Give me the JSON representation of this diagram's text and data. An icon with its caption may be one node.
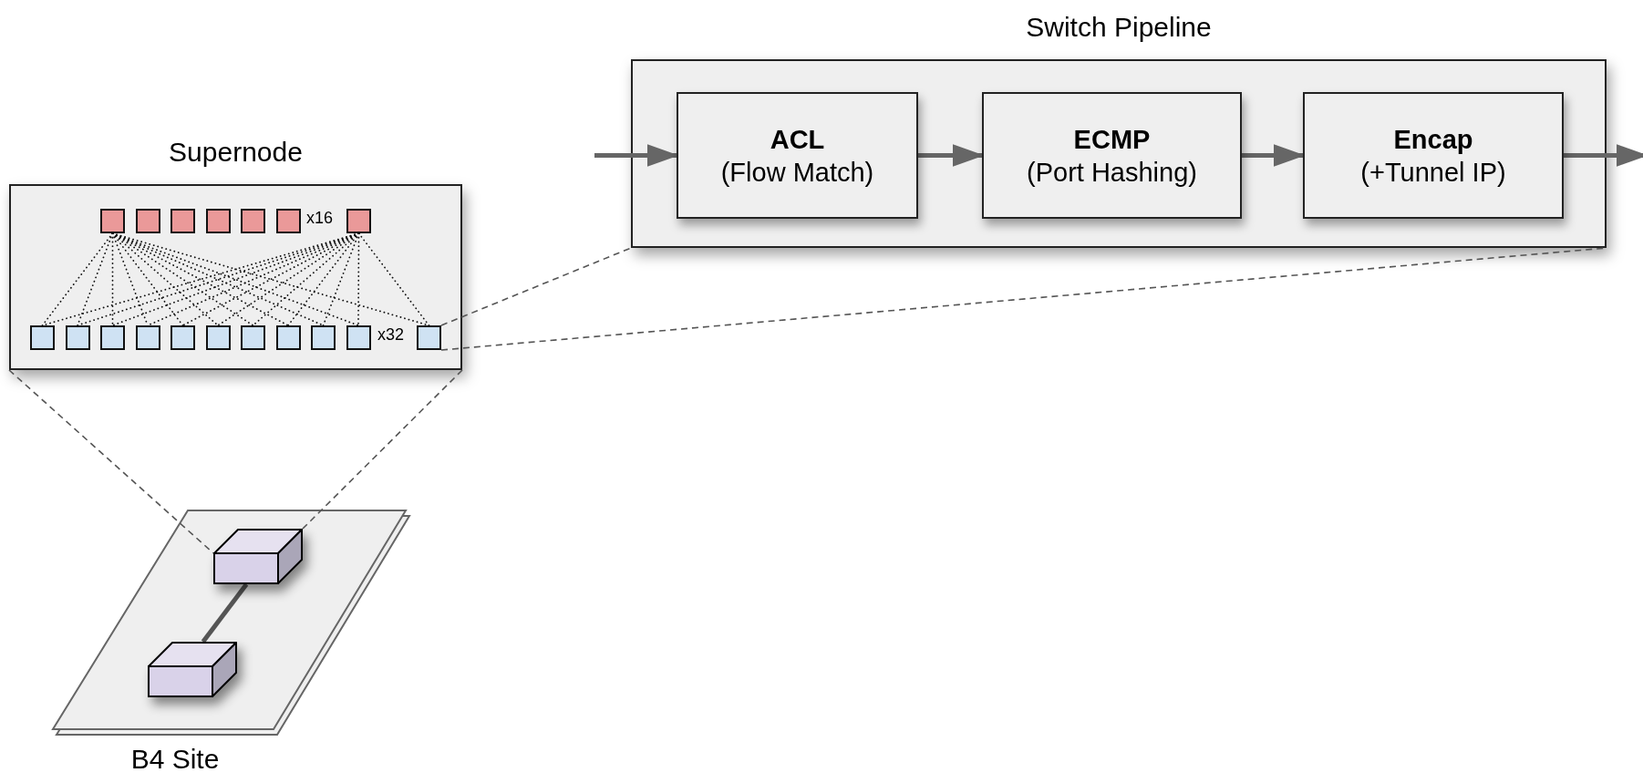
{
  "diagram": {
    "nodes": [
      {
        "text": [
          "Supernode"
        ]
      },
      {
        "text": [],
        "shape": "box",
        "in": 0
      },
      {
        "text": [],
        "shape": "box",
        "in": 0
      },
      {
        "text": [],
        "shape": "box",
        "in": 0
      },
      {
        "text": [],
        "shape": "box",
        "in": 0
      },
      {
        "text": [],
        "shape": "box",
        "in": 0
      },
      {
        "text": [],
        "shape": "box",
        "in": 0
      },
      {
        "text": [],
        "shape": "box",
        "in": 0
      },
      {
        "text": [],
        "shape": "box",
        "in": 0
      },
      {
        "text": [],
        "shape": "box",
        "in": 0
      },
      {
        "text": [],
        "shape": "box",
        "in": 0
      },
      {
        "text": [],
        "shape": "box",
        "in": 0
      },
      {
        "text": [],
        "shape": "box",
        "in": 0
      },
      {
        "text": [],
        "shape": "box",
        "in": 0
      },
      {
        "text": [],
        "shape": "box",
        "in": 0
      },
      {
        "text": [],
        "shape": "box",
        "in": 0
      },
      {
        "text": [],
        "shape": "box",
        "in": 0
      },
      {
        "text": [],
        "shape": "box",
        "in": 0
      },
      {
        "text": [],
        "shape": "box",
        "in": 0
      },
      {
        "text": [
          "Switch Pipeline"
        ]
      },
      {
        "text": [
          "ACL",
          "(Flow Match)"
        ],
        "in": 19
      },
      {
        "text": [
          "ECMP",
          "(Port Hashing)"
        ],
        "in": 19
      },
      {
        "text": [
          "Encap",
          "(+Tunnel IP)"
        ],
        "in": 19
      },
      {
        "text": [
          "B4 Site"
        ]
      },
      {
        "text": [],
        "shape": "box",
        "in": 23
      },
      {
        "text": [],
        "shape": "box",
        "in": 23
      }
    ],
    "edges": [
      {
        "from": null,
        "to": 20,
        "arrow": "to",
        "style": "thick",
        "color": "#666666"
      },
      {
        "from": 20,
        "to": 21,
        "arrow": "to",
        "style": "thick",
        "color": "#666666"
      },
      {
        "from": 21,
        "to": 22,
        "arrow": "to",
        "style": "thick",
        "color": "#666666"
      },
      {
        "from": 22,
        "to": null,
        "arrow": "to",
        "style": "thick",
        "color": "#666666"
      },
      {
        "from": 0,
        "to": 24,
        "arrow": "none",
        "style": "dashed",
        "color": "#555555"
      },
      {
        "from": 0,
        "to": 24,
        "arrow": "none",
        "style": "dashed",
        "color": "#555555"
      },
      {
        "from": 18,
        "to": 19,
        "arrow": "none",
        "style": "dashed",
        "color": "#555555"
      },
      {
        "from": 18,
        "to": 19,
        "arrow": "none",
        "style": "dashed",
        "color": "#555555"
      },
      {
        "from": 24,
        "to": 25,
        "arrow": "none",
        "style": "thick",
        "color": "#555555"
      },
      {
        "from": 1,
        "to": 8,
        "arrow": "none",
        "style": "dashed"
      },
      {
        "from": 1,
        "to": 9,
        "arrow": "none",
        "style": "dashed"
      },
      {
        "from": 1,
        "to": 10,
        "arrow": "none",
        "style": "dashed"
      },
      {
        "from": 1,
        "to": 11,
        "arrow": "none",
        "style": "dashed"
      },
      {
        "from": 1,
        "to": 12,
        "arrow": "none",
        "style": "dashed"
      },
      {
        "from": 1,
        "to": 13,
        "arrow": "none",
        "style": "dashed"
      },
      {
        "from": 1,
        "to": 14,
        "arrow": "none",
        "style": "dashed"
      },
      {
        "from": 1,
        "to": 15,
        "arrow": "none",
        "style": "dashed"
      },
      {
        "from": 1,
        "to": 16,
        "arrow": "none",
        "style": "dashed"
      },
      {
        "from": 1,
        "to": 17,
        "arrow": "none",
        "style": "dashed"
      },
      {
        "from": 1,
        "to": 18,
        "arrow": "none",
        "style": "dashed"
      },
      {
        "from": 7,
        "to": 8,
        "arrow": "none",
        "style": "dashed"
      },
      {
        "from": 7,
        "to": 9,
        "arrow": "none",
        "style": "dashed"
      },
      {
        "from": 7,
        "to": 10,
        "arrow": "none",
        "style": "dashed"
      },
      {
        "from": 7,
        "to": 11,
        "arrow": "none",
        "style": "dashed"
      },
      {
        "from": 7,
        "to": 12,
        "arrow": "none",
        "style": "dashed"
      },
      {
        "from": 7,
        "to": 13,
        "arrow": "none",
        "style": "dashed"
      },
      {
        "from": 7,
        "to": 14,
        "arrow": "none",
        "style": "dashed"
      },
      {
        "from": 7,
        "to": 15,
        "arrow": "none",
        "style": "dashed"
      },
      {
        "from": 7,
        "to": 16,
        "arrow": "none",
        "style": "dashed"
      },
      {
        "from": 7,
        "to": 17,
        "arrow": "none",
        "style": "dashed"
      },
      {
        "from": 7,
        "to": 18,
        "arrow": "none",
        "style": "dashed"
      }
    ],
    "labels": [
      "x16",
      "x32"
    ]
  }
}
